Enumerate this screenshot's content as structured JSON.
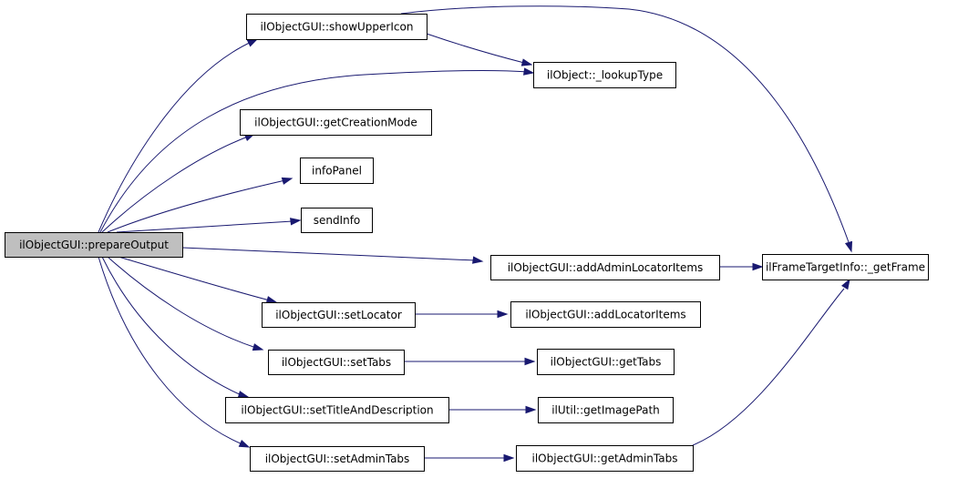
{
  "diagram": {
    "nodes": [
      {
        "id": "prepareOutput",
        "label": "ilObjectGUI::prepareOutput",
        "root": true
      },
      {
        "id": "showUpperIcon",
        "label": "ilObjectGUI::showUpperIcon"
      },
      {
        "id": "lookupType",
        "label": "ilObject::_lookupType"
      },
      {
        "id": "getCreationMode",
        "label": "ilObjectGUI::getCreationMode"
      },
      {
        "id": "infoPanel",
        "label": "infoPanel"
      },
      {
        "id": "sendInfo",
        "label": "sendInfo"
      },
      {
        "id": "addAdminLocatorItems",
        "label": "ilObjectGUI::addAdminLocatorItems"
      },
      {
        "id": "getFrame",
        "label": "ilFrameTargetInfo::_getFrame"
      },
      {
        "id": "setLocator",
        "label": "ilObjectGUI::setLocator"
      },
      {
        "id": "addLocatorItems",
        "label": "ilObjectGUI::addLocatorItems"
      },
      {
        "id": "setTabs",
        "label": "ilObjectGUI::setTabs"
      },
      {
        "id": "getTabs",
        "label": "ilObjectGUI::getTabs"
      },
      {
        "id": "setTitleAndDescription",
        "label": "ilObjectGUI::setTitleAndDescription"
      },
      {
        "id": "getImagePath",
        "label": "ilUtil::getImagePath"
      },
      {
        "id": "setAdminTabs",
        "label": "ilObjectGUI::setAdminTabs"
      },
      {
        "id": "getAdminTabs",
        "label": "ilObjectGUI::getAdminTabs"
      }
    ],
    "edges": [
      {
        "from": "prepareOutput",
        "to": "showUpperIcon"
      },
      {
        "from": "prepareOutput",
        "to": "lookupType"
      },
      {
        "from": "prepareOutput",
        "to": "getCreationMode"
      },
      {
        "from": "prepareOutput",
        "to": "infoPanel"
      },
      {
        "from": "prepareOutput",
        "to": "sendInfo"
      },
      {
        "from": "prepareOutput",
        "to": "addAdminLocatorItems"
      },
      {
        "from": "prepareOutput",
        "to": "setLocator"
      },
      {
        "from": "prepareOutput",
        "to": "setTabs"
      },
      {
        "from": "prepareOutput",
        "to": "setTitleAndDescription"
      },
      {
        "from": "prepareOutput",
        "to": "setAdminTabs"
      },
      {
        "from": "showUpperIcon",
        "to": "lookupType"
      },
      {
        "from": "showUpperIcon",
        "to": "getFrame"
      },
      {
        "from": "addAdminLocatorItems",
        "to": "getFrame"
      },
      {
        "from": "setLocator",
        "to": "addLocatorItems"
      },
      {
        "from": "setTabs",
        "to": "getTabs"
      },
      {
        "from": "setTitleAndDescription",
        "to": "getImagePath"
      },
      {
        "from": "setAdminTabs",
        "to": "getAdminTabs"
      },
      {
        "from": "getAdminTabs",
        "to": "getFrame"
      }
    ]
  }
}
